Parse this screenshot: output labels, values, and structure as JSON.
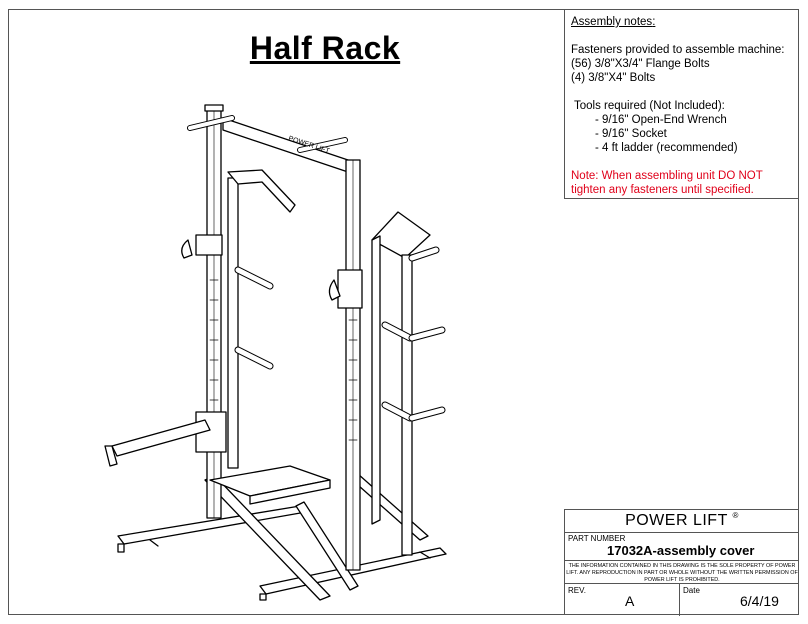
{
  "title": "Half Rack",
  "notes": {
    "heading": "Assembly notes",
    "fasteners_heading": "Fasteners provided to assemble machine:",
    "fasteners": [
      "(56) 3/8\"X3/4\" Flange Bolts",
      "(4) 3/8\"X4\" Bolts"
    ],
    "tools_heading": "Tools required (Not Included):",
    "tools": [
      "- 9/16\"  Open-End Wrench",
      "- 9/16\" Socket",
      "- 4 ft ladder (recommended)"
    ],
    "warning": "Note: When assembling unit DO NOT tighten any fasteners until specified."
  },
  "title_block": {
    "brand": "POWER LIFT",
    "registered_mark": "®",
    "part_number_label": "PART NUMBER",
    "part_number": "17032A-assembly cover",
    "legal_text": "THE INFORMATION CONTAINED IN THIS DRAWING IS THE SOLE PROPERTY OF POWER LIFT. ANY REPRODUCTION IN PART OR WHOLE WITHOUT THE WRITTEN PERMISSION OF POWER LIFT IS PROHIBITED.",
    "rev_label": "REV.",
    "rev": "A",
    "date_label": "Date",
    "date": "6/4/19"
  },
  "rack_label": "POWER LIFT"
}
